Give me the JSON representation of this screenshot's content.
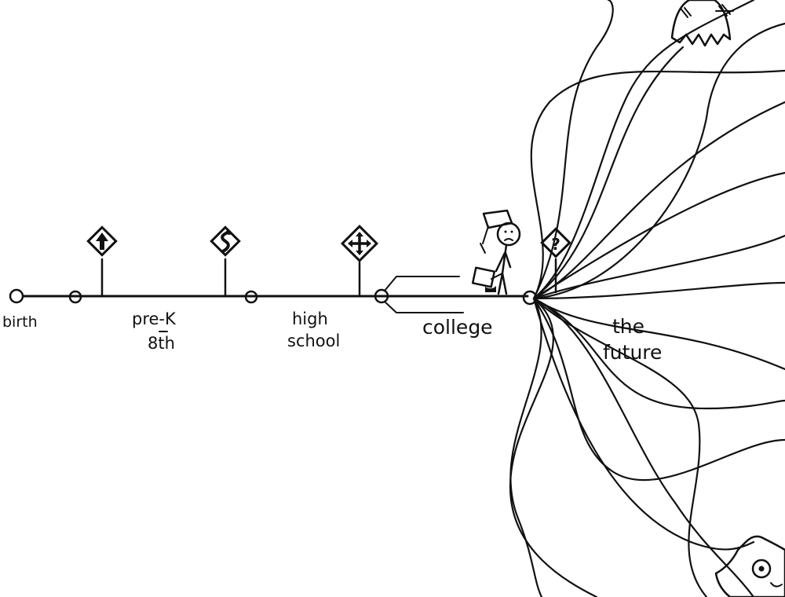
{
  "labels": {
    "birth": "birth",
    "prek": "pre-K",
    "eighth": "8th",
    "high": "high",
    "school": "school",
    "college": "college",
    "the": "the",
    "future": "future"
  },
  "signs": [
    {
      "icon": "up-arrow-icon"
    },
    {
      "icon": "s-curve-icon"
    },
    {
      "icon": "four-way-arrow-icon"
    },
    {
      "icon": "question-mark-icon",
      "glyph": "?"
    }
  ],
  "colors": {
    "ink": "#111111",
    "paper": "#ffffff"
  }
}
